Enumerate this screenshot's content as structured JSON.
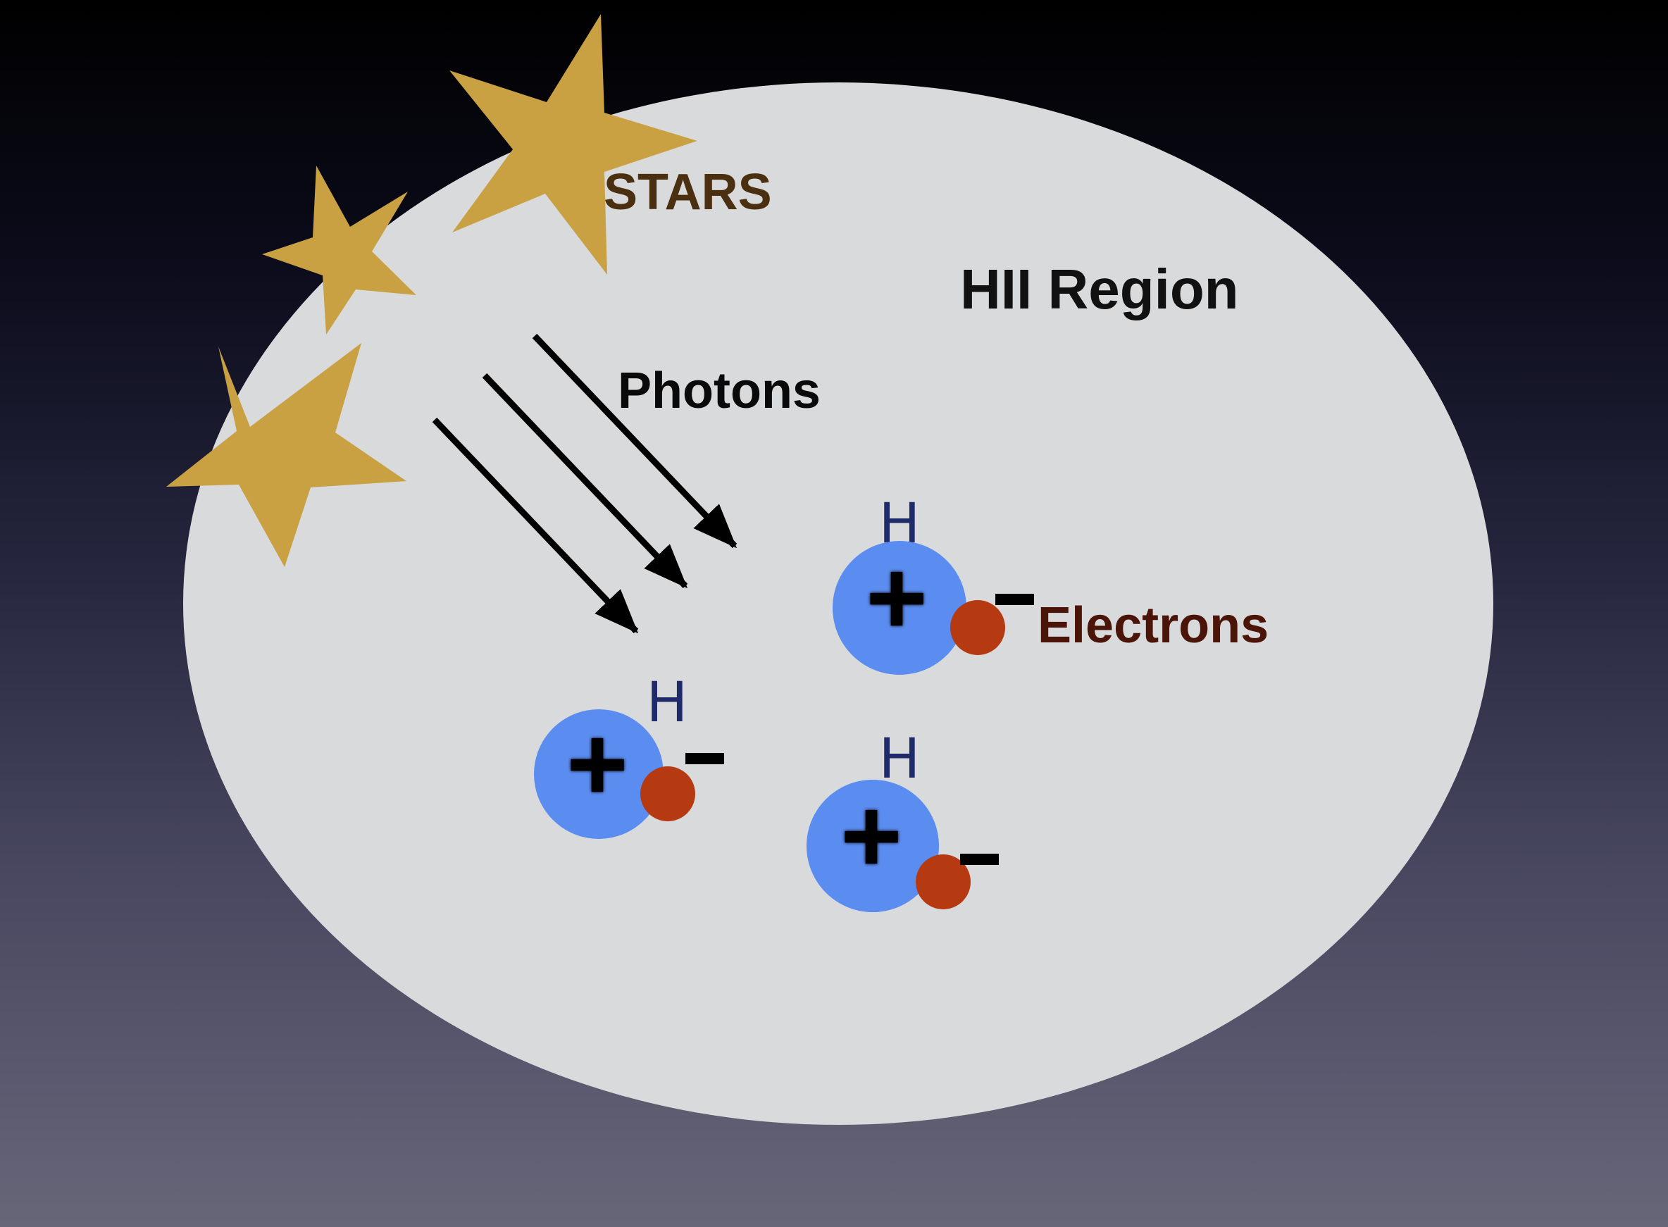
{
  "labels": {
    "stars": "STARS",
    "region": "HII Region",
    "photons": "Photons",
    "electrons": "Electrons"
  },
  "atoms": [
    {
      "element": "H",
      "nucleus_charge": "+",
      "electron_charge": "–"
    },
    {
      "element": "H",
      "nucleus_charge": "+",
      "electron_charge": "–"
    },
    {
      "element": "H",
      "nucleus_charge": "+",
      "electron_charge": "–"
    }
  ],
  "colors": {
    "region_fill": "#d9dadc",
    "star_fill": "#c9a042",
    "stars_text": "#4a2f10",
    "region_text": "#111111",
    "photons_text": "#0a0a0a",
    "electrons_text": "#4a1408",
    "nucleus_fill": "#5b8cf0",
    "electron_fill": "#b53a12",
    "h_text": "#1e2a6a",
    "arrow": "#000000"
  }
}
